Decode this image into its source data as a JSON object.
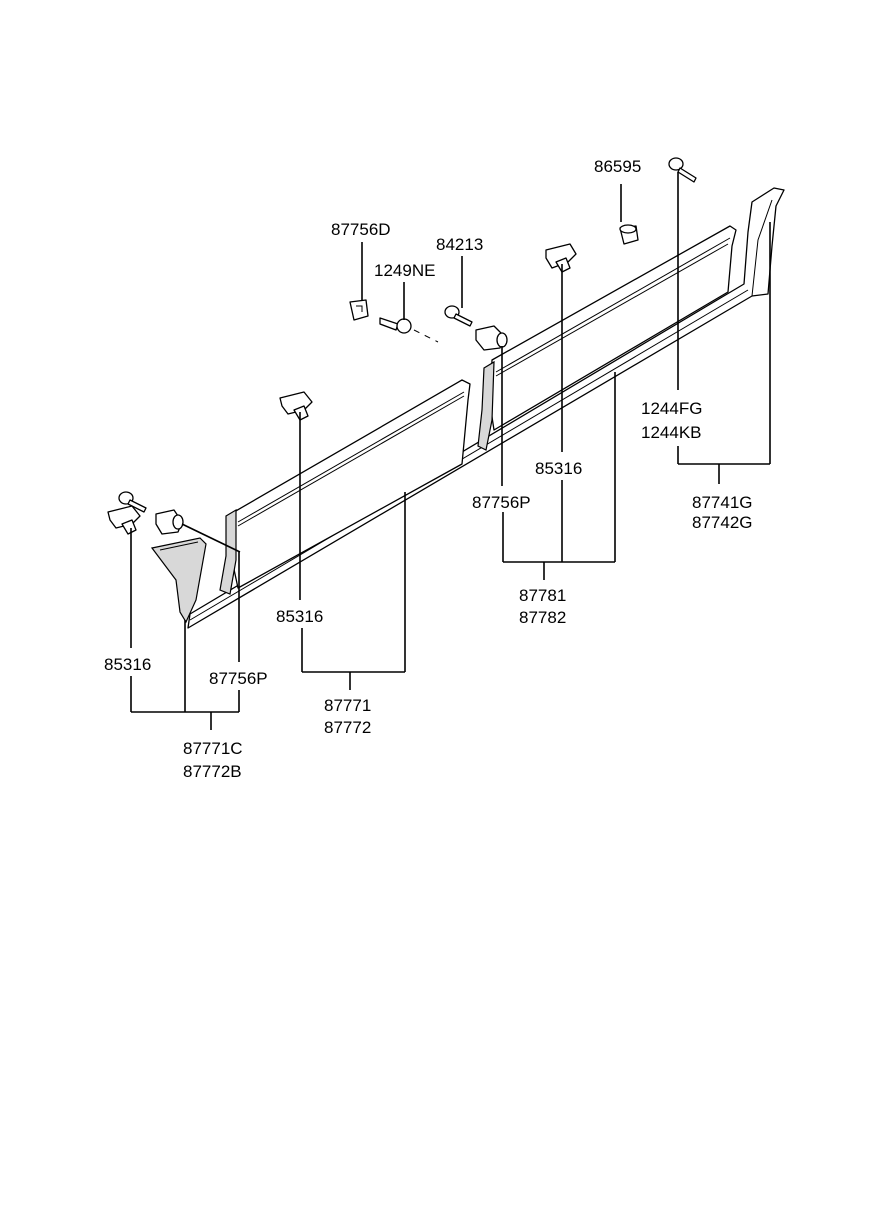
{
  "labels": {
    "p86595": "86595",
    "p87756D": "87756D",
    "p84213": "84213",
    "p1249NE": "1249NE",
    "p1244FG": "1244FG",
    "p1244KB": "1244KB",
    "p85316_right": "85316",
    "p87756P_mid": "87756P",
    "p87741G": "87741G",
    "p87742G": "87742G",
    "p87781": "87781",
    "p87782": "87782",
    "p85316_mid": "85316",
    "p87771": "87771",
    "p87772": "87772",
    "p85316_left": "85316",
    "p87756P_left": "87756P",
    "p87771C": "87771C",
    "p87772B": "87772B"
  },
  "colors": {
    "line": "#000000",
    "part_fill": "#ffffff",
    "part_shade": "#d8d8d8",
    "background": "#ffffff"
  }
}
